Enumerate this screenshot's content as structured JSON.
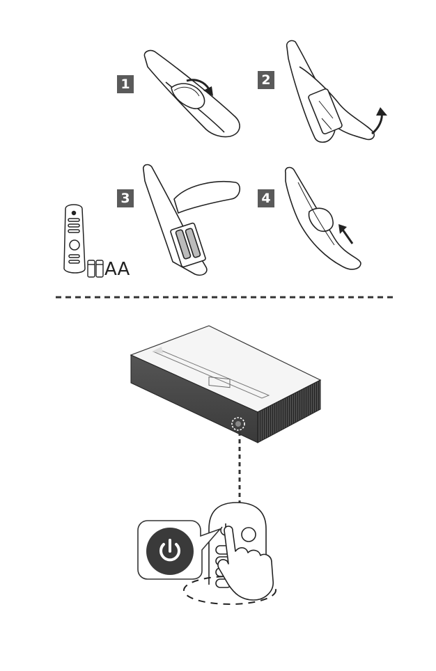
{
  "steps": [
    {
      "number": "1"
    },
    {
      "number": "2"
    },
    {
      "number": "3"
    },
    {
      "number": "4"
    }
  ],
  "battery": {
    "label": "AA"
  },
  "colors": {
    "ink": "#222222",
    "badge": "#5a5a5a",
    "device_dark": "#3e3e3e",
    "device_top": "#f4f4f4",
    "power_button": "#3a3a3a"
  },
  "icons": [
    "rotate-arrow-icon",
    "up-arrow-icon",
    "power-icon",
    "hand-pointer-icon",
    "ir-sensor-icon"
  ]
}
